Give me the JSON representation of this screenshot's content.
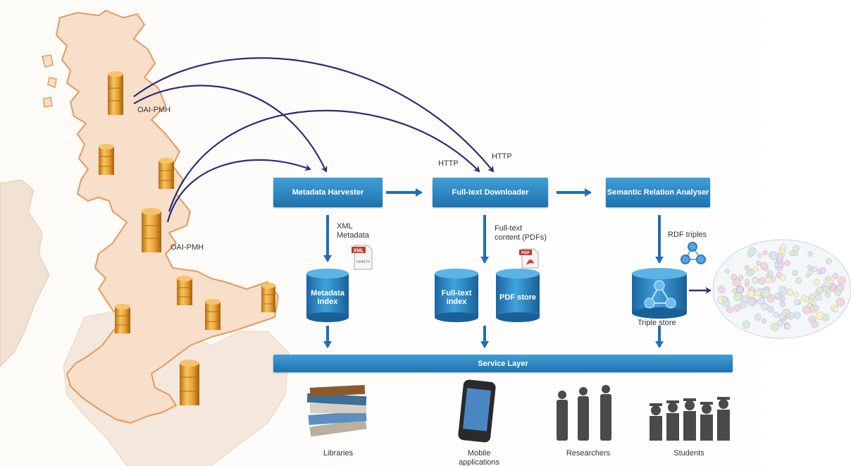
{
  "map": {
    "oai_labels": [
      "OAI-PMH",
      "OAI-PMH"
    ]
  },
  "protocols": {
    "http_left": "HTTP",
    "http_right": "HTTP"
  },
  "pipeline": {
    "harvester": "Metadata Harvester",
    "downloader": "Full-text Downloader",
    "analyser": "Semantic Relation Analyser"
  },
  "flows": {
    "xml_line1": "XML",
    "xml_line2": "Metadata",
    "fulltext_line1": "Full-text",
    "fulltext_line2": "content (PDFs)",
    "rdf": "RDF triples"
  },
  "stores": {
    "metadata_line1": "Metadata",
    "metadata_line2": "Index",
    "fulltext_line1": "Full-text",
    "fulltext_line2": "index",
    "pdf": "PDF store",
    "triple": "Triple store"
  },
  "file_icons": {
    "xml_tag": "XML",
    "xml_body": "<xml />",
    "pdf_tag": "PDF"
  },
  "service_layer": "Service Layer",
  "consumers": [
    {
      "label": "Libraries"
    },
    {
      "label": "Mobile applications"
    },
    {
      "label": "Researchers"
    },
    {
      "label": "Students"
    }
  ],
  "colors": {
    "map_fill": "#f7dfc9",
    "map_outline": "#e59a5c",
    "europe_fill": "#f3e4d6",
    "barrel": "#e8a23a",
    "pipeline_blue": "#2a86c4",
    "arc_navy": "#2b2d7a",
    "arrow_blue": "#1f6fb2"
  }
}
